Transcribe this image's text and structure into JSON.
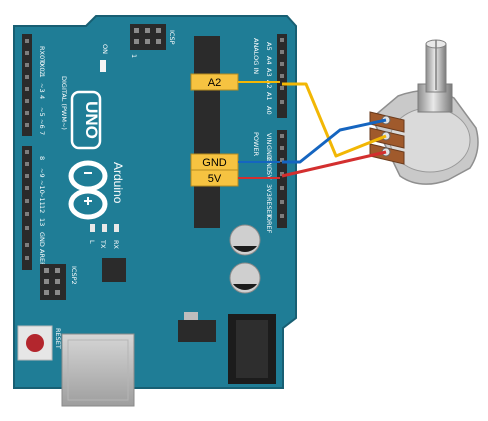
{
  "colors": {
    "board": "#1f7d96",
    "board_edge": "#185f73",
    "header": "#2a2a2a",
    "tag_fill": "#f6c341",
    "wire_signal": "#f2b705",
    "wire_gnd": "#1565c0",
    "wire_5v": "#d32f2f",
    "reset_button": "#b3262d"
  },
  "board": {
    "model": "UNO",
    "brand": "Arduino",
    "icsp_label": "ICSP",
    "icsp2_label": "ICSP2",
    "on_label": "ON",
    "one_label": "1",
    "reset_label": "RESET",
    "digital_label": "DIGITAL (PWM~)",
    "analog_label": "ANALOG IN",
    "power_label": "POWER",
    "l_label": "L",
    "tx_label": "TX",
    "rx_label": "RX",
    "top_pins": [
      "RX0 0",
      "TX0 1",
      "2",
      "~3",
      "4",
      "~5",
      "~6",
      "7"
    ],
    "bottom_pins": [
      "8",
      "~9",
      "~10",
      "~11",
      "12",
      "13",
      "GND",
      "AREF"
    ],
    "analog_pins": [
      "A0",
      "A1",
      "A2",
      "A3",
      "A4",
      "A5"
    ],
    "power_pins": [
      "VIN",
      "GND",
      "GND",
      "5V",
      "3V3",
      "RESET",
      "IOREF"
    ]
  },
  "tags": {
    "a2": "A2",
    "gnd": "GND",
    "v5": "5V"
  },
  "icons": {
    "board": "arduino-uno-board",
    "potentiometer": "potentiometer"
  }
}
